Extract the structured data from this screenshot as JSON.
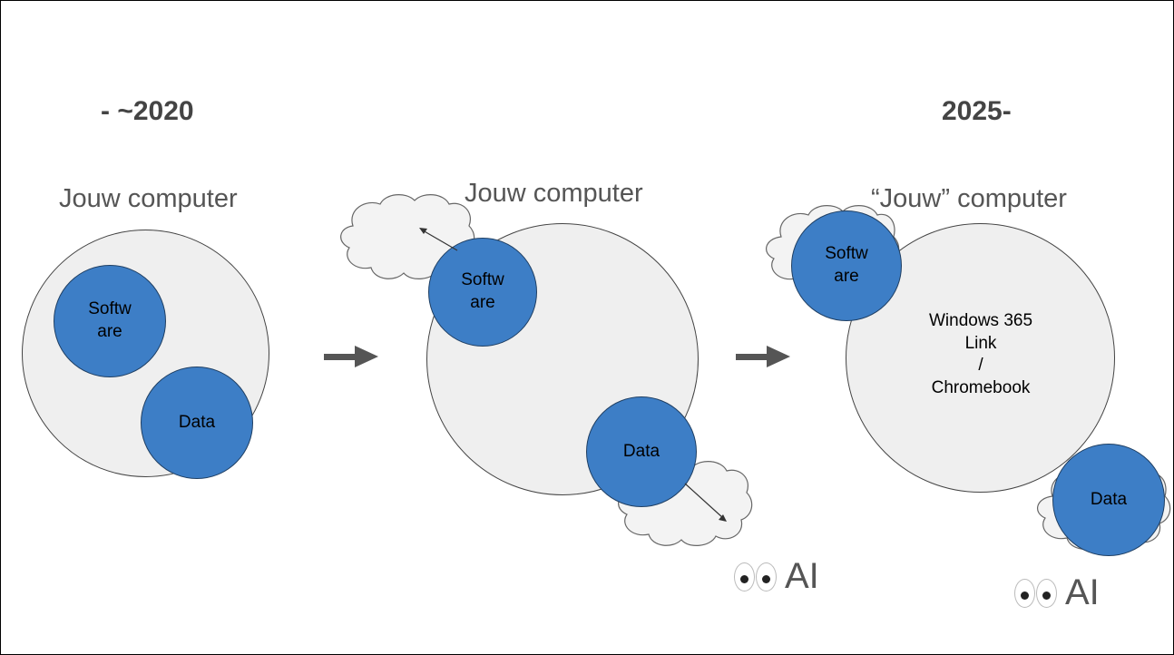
{
  "eras": {
    "left": "- ~2020",
    "right": "2025-"
  },
  "panels": [
    {
      "title": "Jouw computer",
      "software": [
        "Softw",
        "are"
      ],
      "data": "Data"
    },
    {
      "title": "Jouw computer",
      "software": [
        "Softw",
        "are"
      ],
      "data": "Data",
      "ai": "AI"
    },
    {
      "title": "“Jouw” computer",
      "software": [
        "Softw",
        "are"
      ],
      "data": "Data",
      "center": [
        "Windows 365",
        "Link",
        "/",
        "Chromebook"
      ],
      "ai": "AI"
    }
  ],
  "colors": {
    "computer": "#efefef",
    "node": "#3d7ec6",
    "arrow": "#555555",
    "cloud": "#f3f3f3"
  },
  "icons": [
    "right-arrow-icon",
    "cloud-icon",
    "eyes-icon"
  ]
}
